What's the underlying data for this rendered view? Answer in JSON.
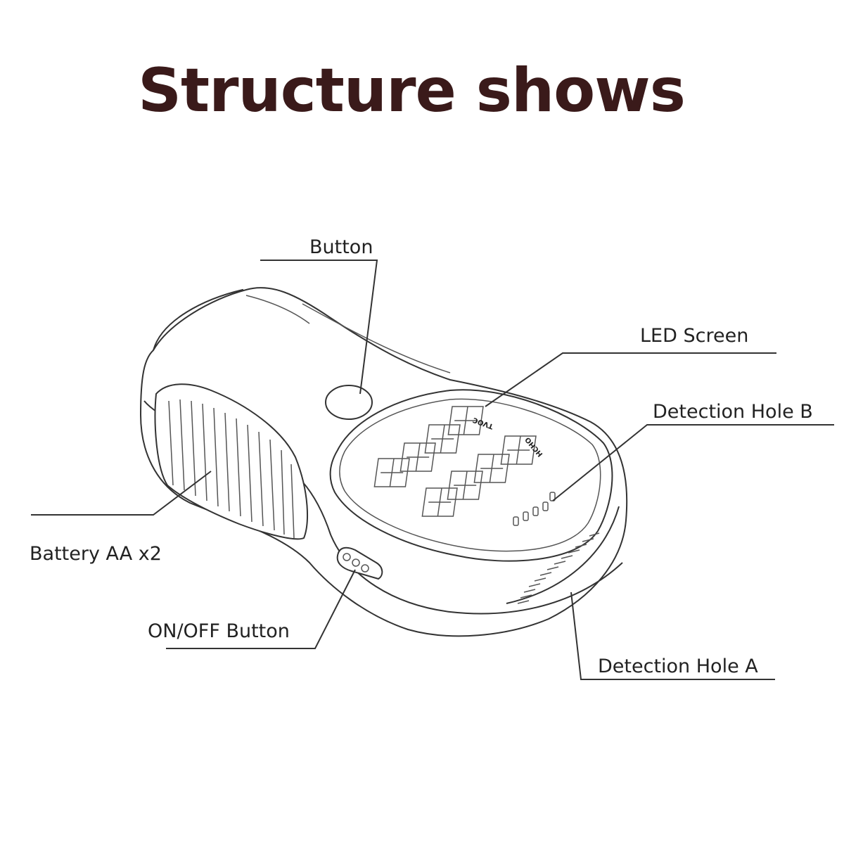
{
  "title": "Structure shows",
  "colors": {
    "title": "#3a1a1a",
    "line": "#333333",
    "text": "#222222"
  },
  "labels": {
    "button": "Button",
    "led_screen": "LED Screen",
    "detection_hole_b": "Detection Hole B",
    "battery": "Battery AA x2",
    "on_off_button": "ON/OFF Button",
    "detection_hole_a": "Detection Hole A"
  },
  "panel_labels": {
    "tvoc": "TVOC",
    "hcho": "HCHO"
  }
}
